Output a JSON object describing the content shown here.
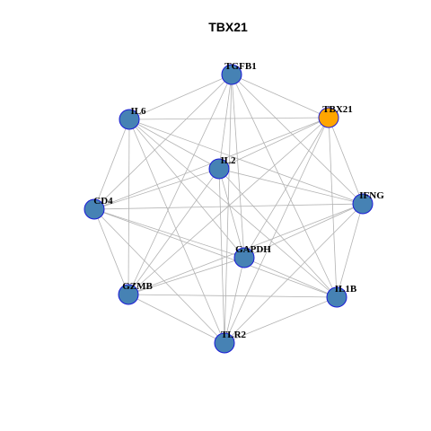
{
  "title": "TBX21",
  "colors": {
    "node_default": "#4682b4",
    "node_highlight": "#ffa500",
    "node_border": "#1a1ad6",
    "edge": "#b3b3b3"
  },
  "nodes": [
    {
      "id": "TGFB1",
      "label": "TGFB1",
      "highlight": false
    },
    {
      "id": "TBX21",
      "label": "TBX21",
      "highlight": true
    },
    {
      "id": "IL6",
      "label": "IL6",
      "highlight": false
    },
    {
      "id": "IL2",
      "label": "IL2",
      "highlight": false
    },
    {
      "id": "IFNG",
      "label": "IFNG",
      "highlight": false
    },
    {
      "id": "CD4",
      "label": "CD4",
      "highlight": false
    },
    {
      "id": "GAPDH",
      "label": "GAPDH",
      "highlight": false
    },
    {
      "id": "GZMB",
      "label": "GZMB",
      "highlight": false
    },
    {
      "id": "IL1B",
      "label": "IL1B",
      "highlight": false
    },
    {
      "id": "TLR2",
      "label": "TLR2",
      "highlight": false
    }
  ],
  "edges": [
    [
      "TGFB1",
      "TBX21"
    ],
    [
      "TGFB1",
      "IL6"
    ],
    [
      "TGFB1",
      "IL2"
    ],
    [
      "TGFB1",
      "IFNG"
    ],
    [
      "TGFB1",
      "CD4"
    ],
    [
      "TGFB1",
      "GAPDH"
    ],
    [
      "TGFB1",
      "GZMB"
    ],
    [
      "TGFB1",
      "IL1B"
    ],
    [
      "TGFB1",
      "TLR2"
    ],
    [
      "TBX21",
      "IL6"
    ],
    [
      "TBX21",
      "IL2"
    ],
    [
      "TBX21",
      "IFNG"
    ],
    [
      "TBX21",
      "CD4"
    ],
    [
      "TBX21",
      "GAPDH"
    ],
    [
      "TBX21",
      "GZMB"
    ],
    [
      "TBX21",
      "IL1B"
    ],
    [
      "TBX21",
      "TLR2"
    ],
    [
      "IL6",
      "IL2"
    ],
    [
      "IL6",
      "IFNG"
    ],
    [
      "IL6",
      "CD4"
    ],
    [
      "IL6",
      "GAPDH"
    ],
    [
      "IL6",
      "GZMB"
    ],
    [
      "IL6",
      "IL1B"
    ],
    [
      "IL6",
      "TLR2"
    ],
    [
      "IL2",
      "IFNG"
    ],
    [
      "IL2",
      "CD4"
    ],
    [
      "IL2",
      "GAPDH"
    ],
    [
      "IL2",
      "GZMB"
    ],
    [
      "IL2",
      "IL1B"
    ],
    [
      "IL2",
      "TLR2"
    ],
    [
      "IFNG",
      "CD4"
    ],
    [
      "IFNG",
      "GAPDH"
    ],
    [
      "IFNG",
      "GZMB"
    ],
    [
      "IFNG",
      "IL1B"
    ],
    [
      "IFNG",
      "TLR2"
    ],
    [
      "CD4",
      "GAPDH"
    ],
    [
      "CD4",
      "GZMB"
    ],
    [
      "CD4",
      "IL1B"
    ],
    [
      "CD4",
      "TLR2"
    ],
    [
      "GAPDH",
      "GZMB"
    ],
    [
      "GAPDH",
      "IL1B"
    ],
    [
      "GAPDH",
      "TLR2"
    ],
    [
      "GZMB",
      "IL1B"
    ],
    [
      "GZMB",
      "TLR2"
    ],
    [
      "IL1B",
      "TLR2"
    ]
  ]
}
